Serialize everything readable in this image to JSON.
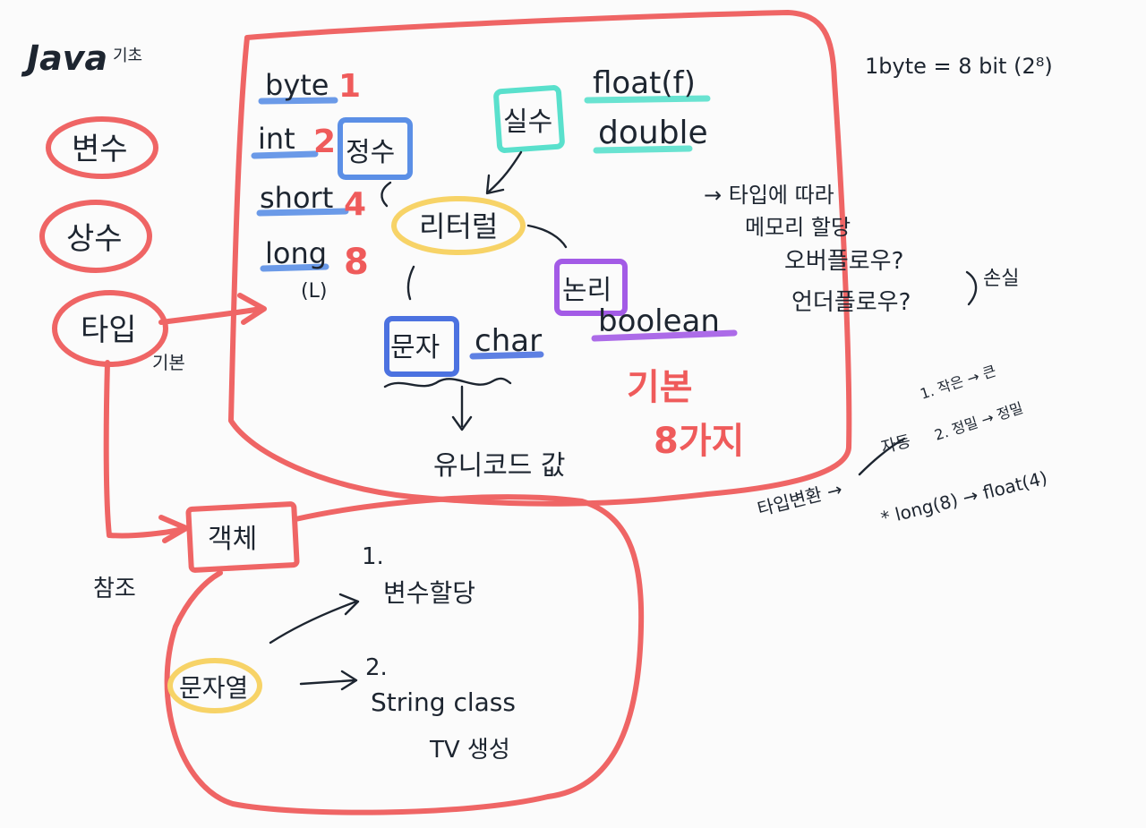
{
  "left": {
    "title": "Java",
    "title_suffix": "기초",
    "item_variable": "변수",
    "item_constant": "상수",
    "item_type": "타입",
    "label_primitive": "기본",
    "label_reference": "참조",
    "object": "객체"
  },
  "types": {
    "byte": "byte",
    "byte_size": "1",
    "int": "int",
    "int_size": "2",
    "short": "short",
    "short_size": "4",
    "long": "long",
    "long_size": "8",
    "long_suffix": "(L)",
    "integer": "정수",
    "real": "실수",
    "float": "float(f)",
    "double": "double",
    "literal": "리터럴",
    "logic": "논리",
    "boolean": "boolean",
    "char_kr": "문자",
    "char": "char",
    "unicode": "유니코드 값",
    "primitive_8": "기본",
    "primitive_8b": "8가지"
  },
  "notes": {
    "byte_def": "1byte = 8 bit (2⁸)",
    "mem1": "→ 타입에 따라",
    "mem2": "메모리 할당",
    "overflow": "오버플로우?",
    "underflow": "언더플로우?",
    "loss": "손실",
    "conv": "타입변환 →",
    "auto": "자동",
    "rule1": "1. 작은 → 큰",
    "rule2": "2. 정밀 → 정밀",
    "star": "* long(8) → float(4)"
  },
  "object": {
    "n1": "1.",
    "alloc": "변수할당",
    "strlit": "문자열",
    "n2": "2.",
    "stringclass": "String class",
    "tv": "TV 생성"
  }
}
